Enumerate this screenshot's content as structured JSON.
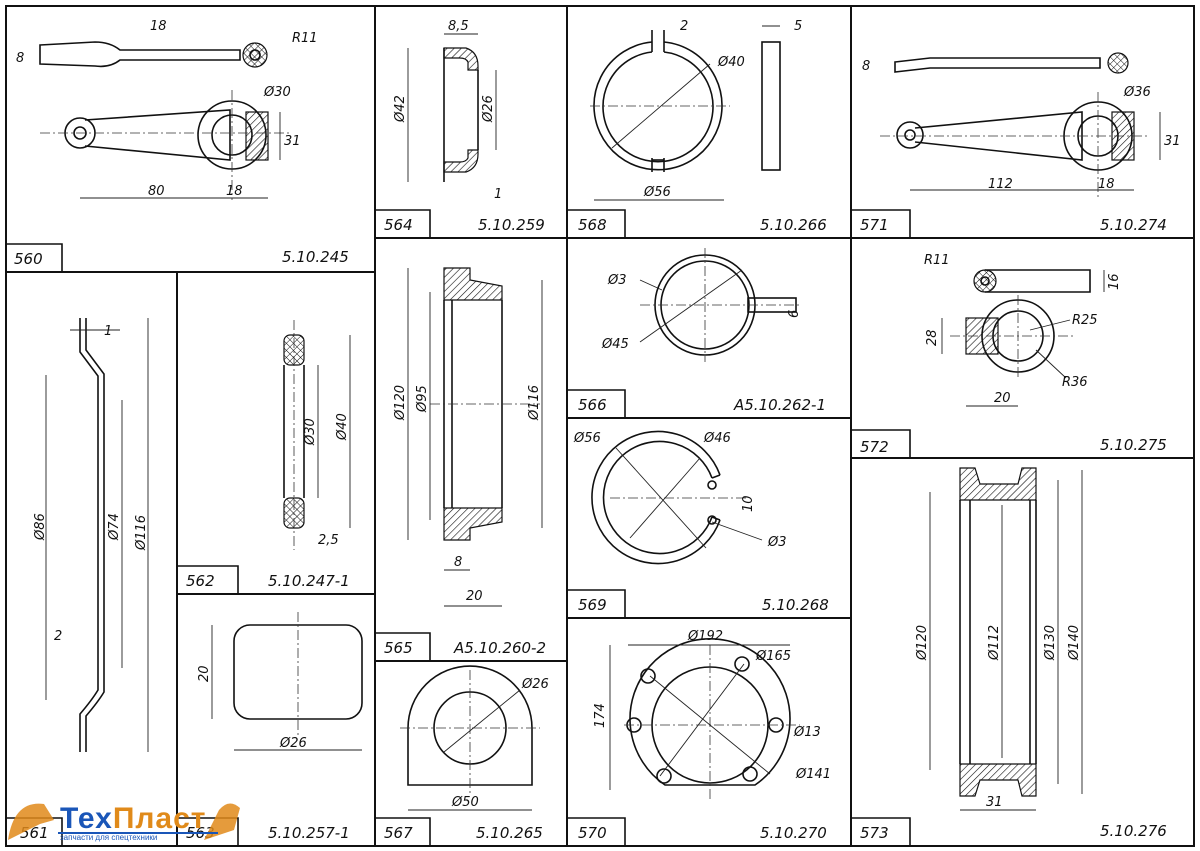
{
  "logo": {
    "name_a": "Тех",
    "name_b": "Пласт",
    "tagline": "запчасти для спецтехники"
  },
  "cells": [
    {
      "num": "560",
      "code": "5.10.245",
      "dims": [
        "8",
        "18",
        "R11",
        "Ø30",
        "31",
        "80",
        "18"
      ]
    },
    {
      "num": "561",
      "code": "",
      "dims": [
        "1",
        "Ø86",
        "Ø74",
        "Ø116",
        "2"
      ]
    },
    {
      "num": "562",
      "code": "5.10.247-1",
      "dims": [
        "Ø30",
        "Ø40",
        "2,5"
      ]
    },
    {
      "num": "563",
      "code": "5.10.257-1",
      "dims": [
        "20",
        "Ø26"
      ]
    },
    {
      "num": "564",
      "code": "5.10.259",
      "dims": [
        "8,5",
        "Ø42",
        "Ø26",
        "1"
      ]
    },
    {
      "num": "565",
      "code": "А5.10.260-2",
      "dims": [
        "Ø120",
        "Ø95",
        "Ø116",
        "8",
        "20"
      ]
    },
    {
      "num": "566",
      "code": "А5.10.262-1",
      "dims": [
        "Ø3",
        "Ø45",
        "6"
      ]
    },
    {
      "num": "567",
      "code": "5.10.265",
      "dims": [
        "Ø26",
        "Ø50"
      ]
    },
    {
      "num": "568",
      "code": "5.10.266",
      "dims": [
        "2",
        "5",
        "Ø40",
        "Ø56"
      ]
    },
    {
      "num": "569",
      "code": "5.10.268",
      "dims": [
        "Ø56",
        "Ø46",
        "10",
        "Ø3"
      ]
    },
    {
      "num": "570",
      "code": "5.10.270",
      "dims": [
        "Ø192",
        "Ø165",
        "174",
        "Ø13",
        "Ø141"
      ]
    },
    {
      "num": "571",
      "code": "5.10.274",
      "dims": [
        "8",
        "Ø36",
        "31",
        "112",
        "18"
      ]
    },
    {
      "num": "572",
      "code": "5.10.275",
      "dims": [
        "R11",
        "16",
        "R25",
        "28",
        "R36",
        "20"
      ]
    },
    {
      "num": "573",
      "code": "5.10.276",
      "dims": [
        "Ø120",
        "Ø112",
        "Ø130",
        "Ø140",
        "31"
      ]
    }
  ]
}
